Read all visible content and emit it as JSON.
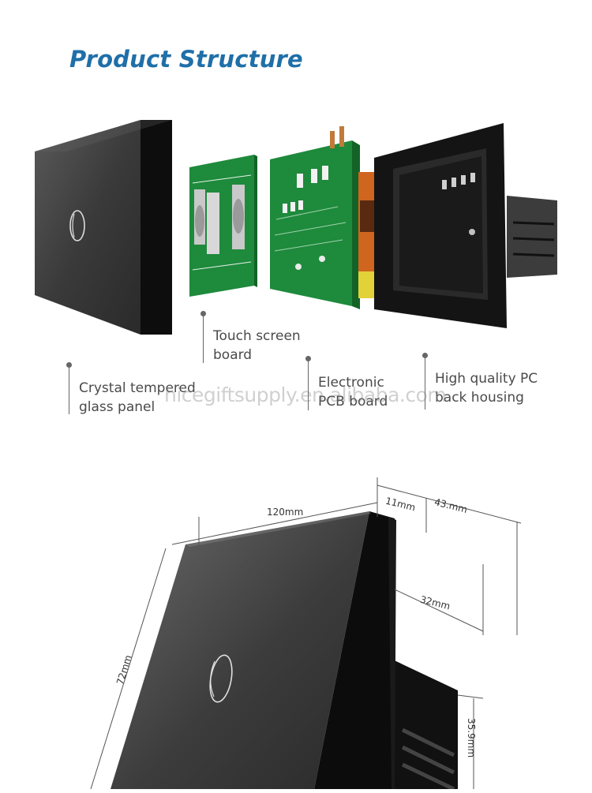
{
  "heading": "Product Structure",
  "parts": [
    {
      "id": "glass",
      "label_lines": [
        "Crystal tempered",
        "glass panel"
      ]
    },
    {
      "id": "touch",
      "label_lines": [
        "Touch screen",
        "board"
      ]
    },
    {
      "id": "pcb",
      "label_lines": [
        "Electronic",
        "PCB board"
      ]
    },
    {
      "id": "housing",
      "label_lines": [
        "High quality PC",
        "back housing"
      ]
    }
  ],
  "watermark": "nicegiftsupply.en.alibaba.com",
  "dimensions": {
    "width": "120mm",
    "height": "72mm",
    "glass_depth": "11mm",
    "total_depth": "43.mm",
    "housing_depth": "32mm",
    "housing_height": "35.9mm"
  },
  "colors": {
    "heading": "#1f6fa8",
    "pcb": "#1e8a3c",
    "panel": "#3a3a3a"
  }
}
